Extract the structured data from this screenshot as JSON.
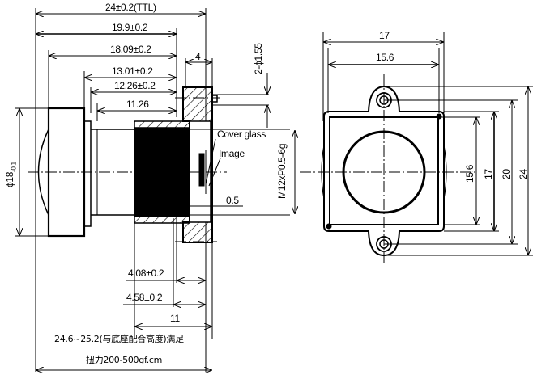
{
  "side_view": {
    "dims": {
      "ttl": "24±0.2(TTL)",
      "d199": "19.9±0.2",
      "d1809": "18.09±0.2",
      "d1301": "13.01±0.2",
      "d1226": "12.26±0.2",
      "d1126": "11.26",
      "d4": "4",
      "hole": "2-ϕ1.55",
      "dia": "ϕ18",
      "dia_tol": "-0.1",
      "thread": "M12xP0.5-6g",
      "d05": "0.5",
      "d408": "4.08±0.2",
      "d458": "4.58±0.2",
      "d11": "11"
    },
    "callouts": {
      "cover_glass": "Cover glass",
      "image": "Image"
    },
    "notes": {
      "line1": "24.6~25.2(与底座配合高度)满足",
      "line2": "扭力200-500gf.cm"
    }
  },
  "front_view": {
    "dims": {
      "w17": "17",
      "w156": "15.6",
      "h156": "15.6",
      "h17": "17",
      "h20": "20",
      "h24": "24"
    }
  },
  "colors": {
    "line": "#000000",
    "background": "#ffffff"
  }
}
